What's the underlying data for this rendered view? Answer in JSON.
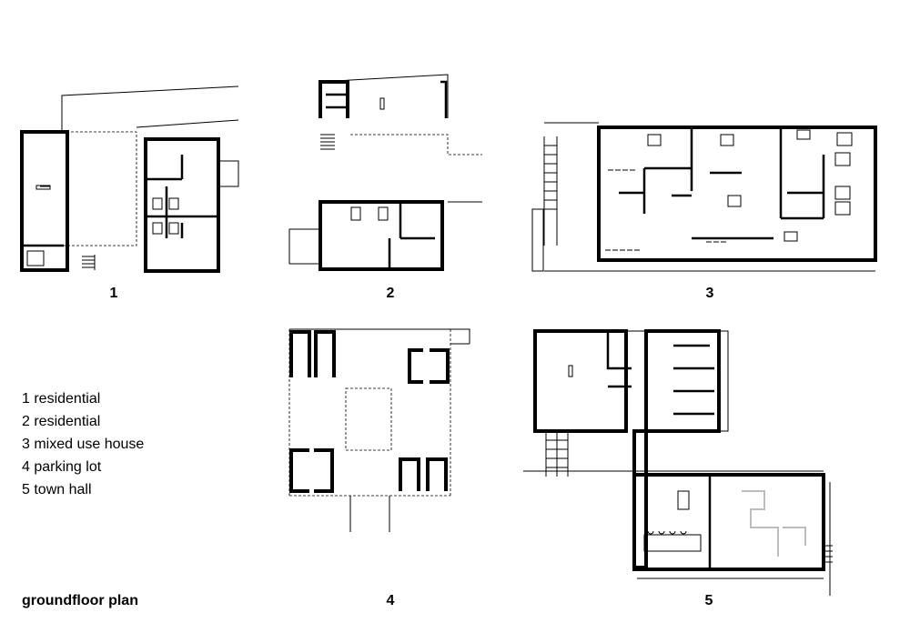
{
  "plan_labels": [
    "1",
    "2",
    "3",
    "4",
    "5"
  ],
  "legend": [
    "1 residential",
    "2 residential",
    "3 mixed use house",
    "4 parking lot",
    "5 town hall"
  ],
  "caption": "groundfloor plan",
  "colors": {
    "ink": "#000000",
    "background": "#ffffff",
    "inactive_walls": "#bdbdbd"
  }
}
